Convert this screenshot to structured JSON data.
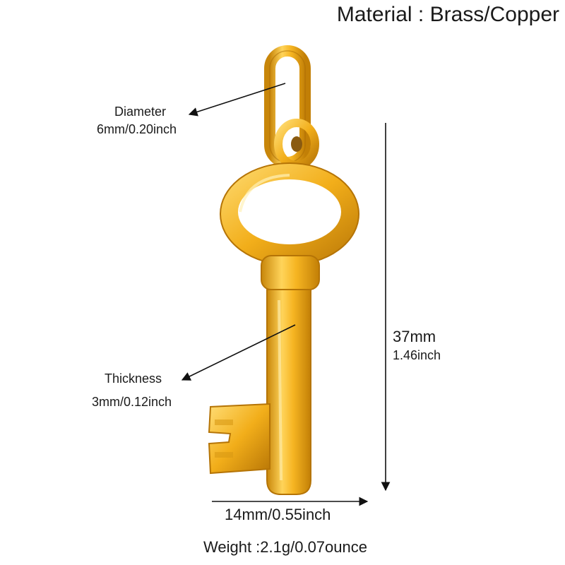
{
  "title": "Material : Brass/Copper",
  "dimensions": {
    "diameter": {
      "label": "Diameter",
      "value": "6mm/0.20inch"
    },
    "thickness": {
      "label": "Thickness",
      "value": "3mm/0.12inch"
    },
    "length": {
      "mm": "37mm",
      "inch": "1.46inch"
    },
    "width": {
      "value": "14mm/0.55inch"
    }
  },
  "weight": "Weight :2.1g/0.07ounce",
  "colors": {
    "gold": "#f2b21e",
    "gold_dark": "#c07f08",
    "gold_light": "#ffd86a",
    "annotation": "#111111"
  },
  "image": {
    "subject": "key-pendant"
  }
}
